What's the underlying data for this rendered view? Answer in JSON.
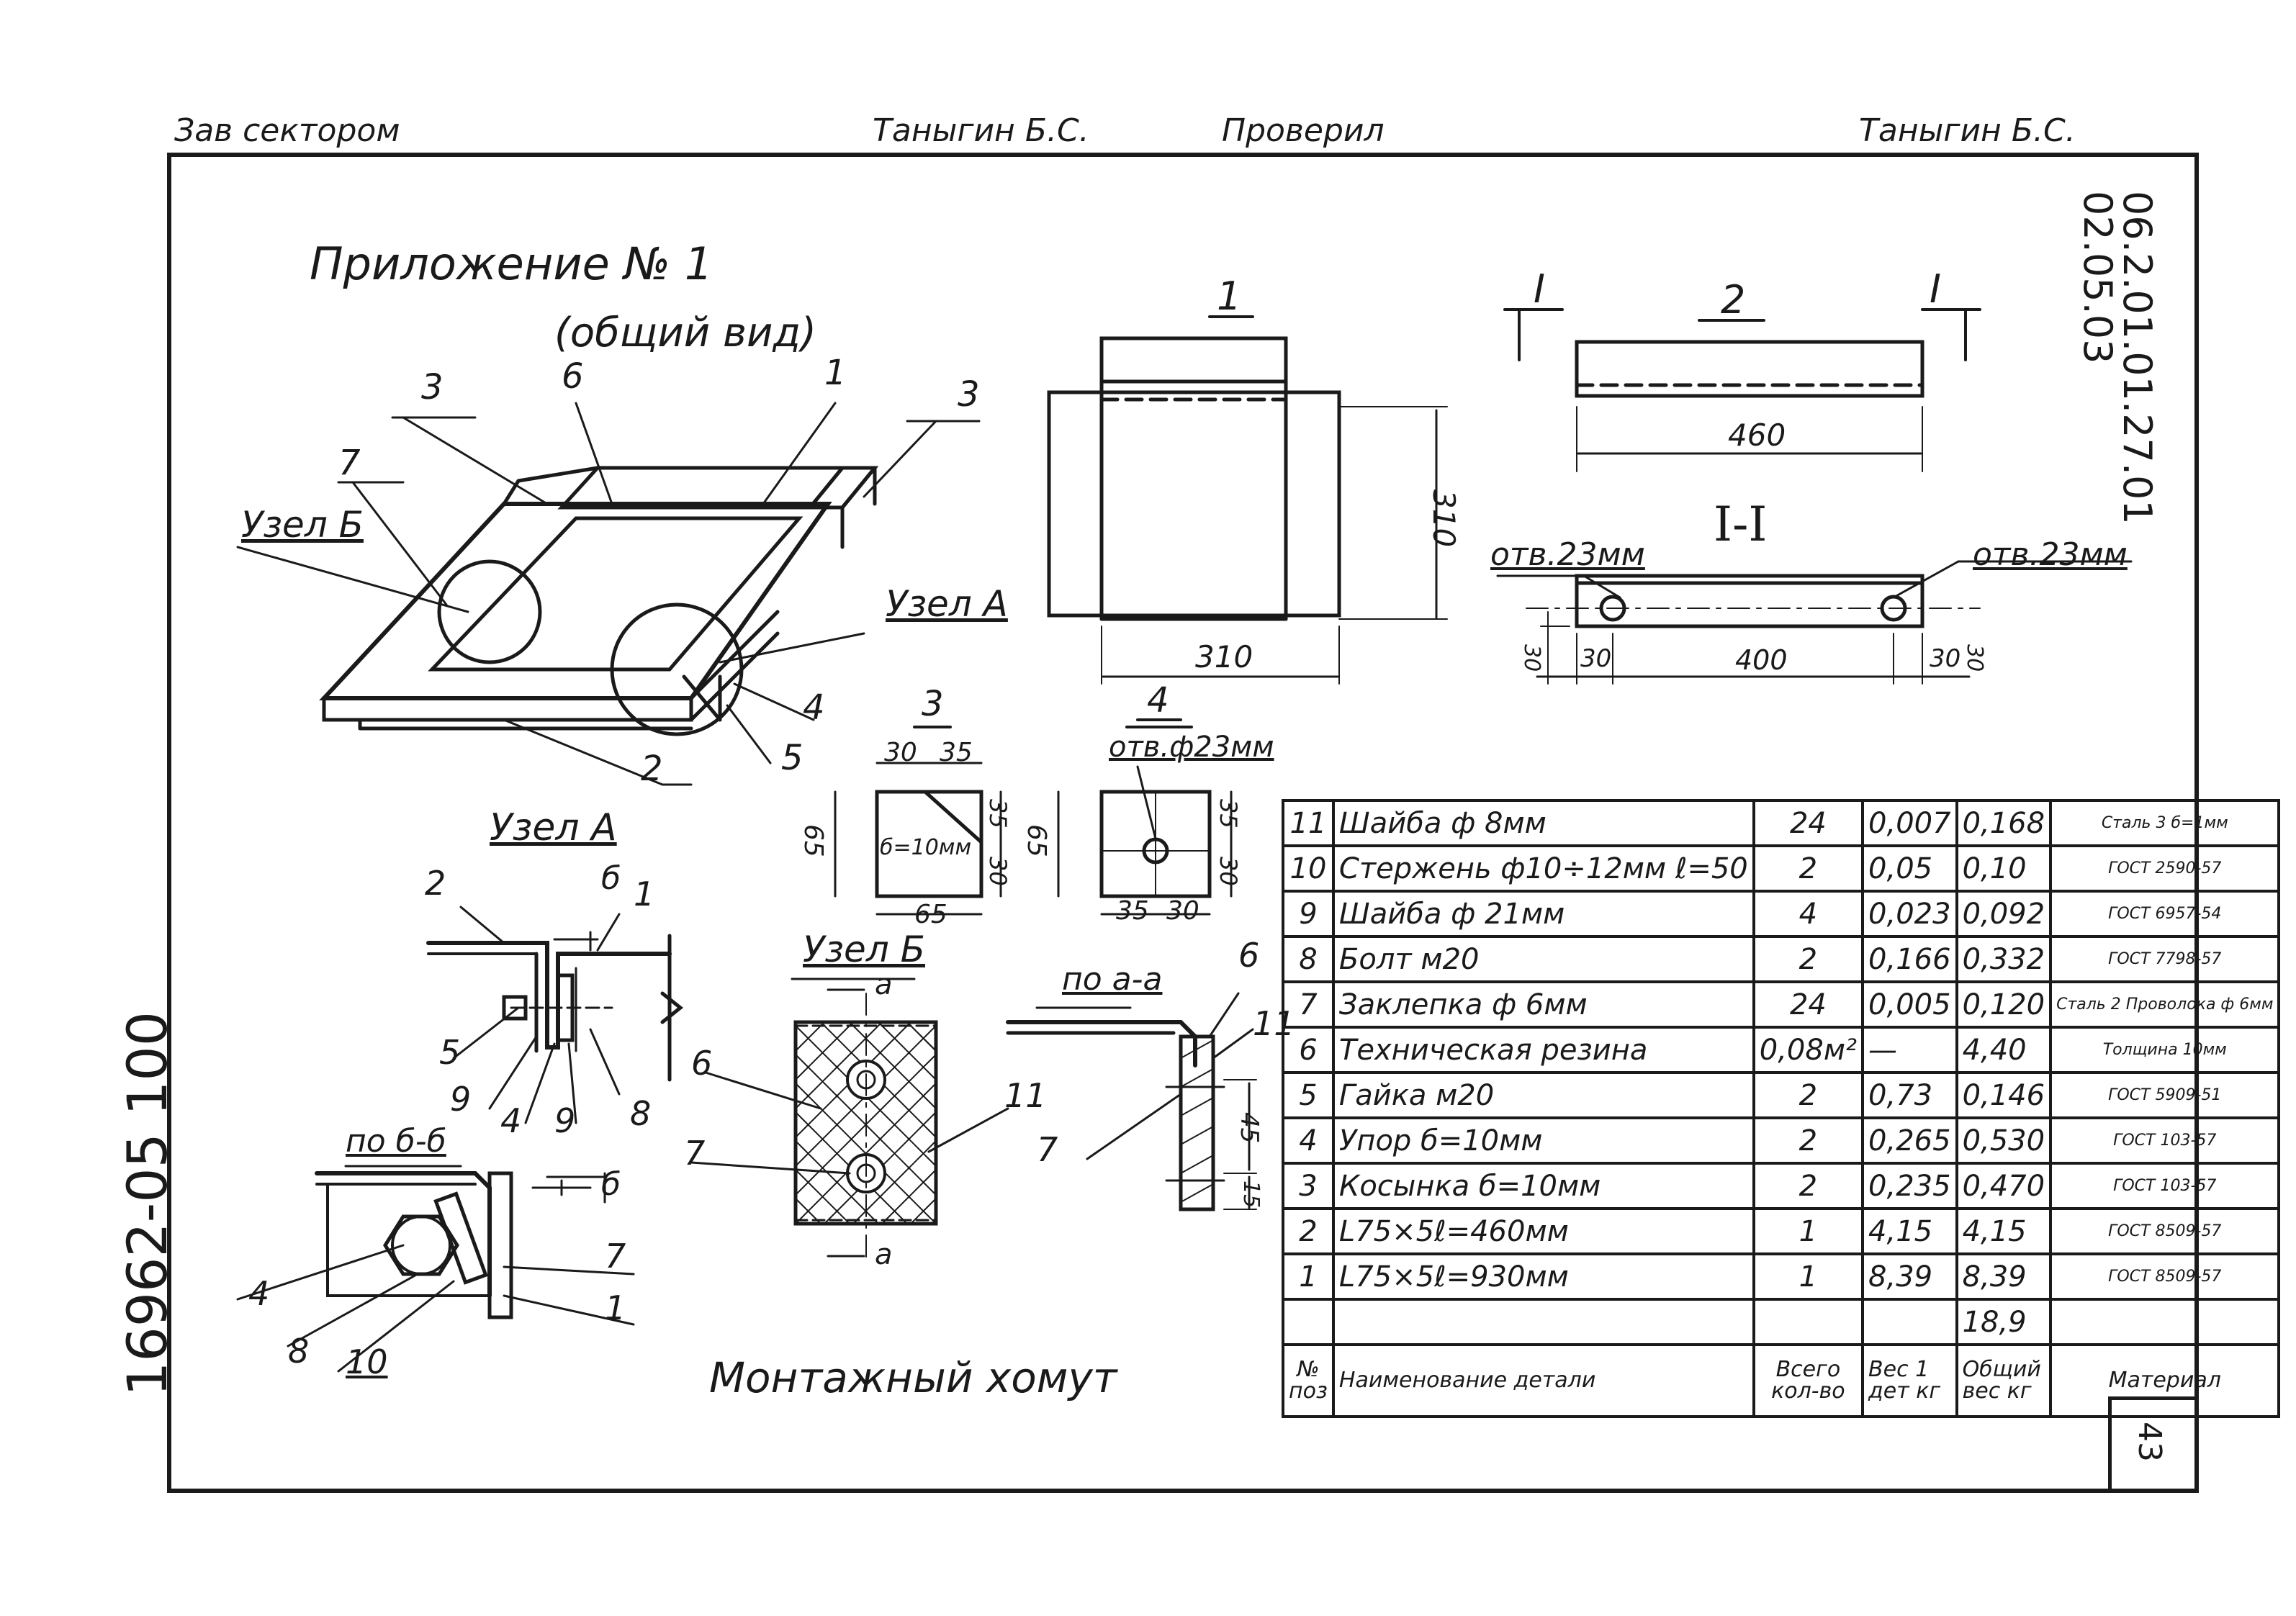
{
  "signature_row": {
    "role_1": "Зав сектором",
    "name_1": "Таныгин Б.С.",
    "role_2": "Проверил",
    "name_2": "Таныгин Б.С."
  },
  "doc_codes": {
    "code_1": "06.2.01.01.27.01",
    "code_2": "02.05.03"
  },
  "side_number": "16962-05   100",
  "sheet_number": "43",
  "heading": {
    "title": "Приложение № 1",
    "subtitle": "(общий вид)",
    "footer_title": "Монтажный хомут"
  },
  "general_view_labels": {
    "node_b": "Узел Б",
    "node_a": "Узел А",
    "callouts": [
      "3",
      "6",
      "1",
      "3",
      "7",
      "4",
      "5",
      "2"
    ]
  },
  "part_1": {
    "number": "1",
    "dim_height": "310",
    "dim_width": "310",
    "sub_number": "4"
  },
  "part_2": {
    "number": "2",
    "section_mark": "I",
    "dim_length": "460"
  },
  "section_I": {
    "title": "I-I",
    "hole_left": "отв.23мм",
    "hole_right": "отв.23мм",
    "dims": [
      "30",
      "30",
      "400",
      "30",
      "30"
    ]
  },
  "part_3": {
    "number": "3",
    "dim_top_a": "30",
    "dim_top_b": "35",
    "dim_side_a": "35",
    "dim_side_b": "30",
    "dim_left": "65",
    "dim_bottom": "65",
    "thickness": "б=10мм"
  },
  "part_4": {
    "hole_label": "отв.ф23мм",
    "dim_left": "65",
    "dim_right_a": "35",
    "dim_right_b": "30",
    "dim_bottom_a": "35",
    "dim_bottom_b": "30"
  },
  "node_a_detail": {
    "title": "Узел А",
    "section_mark": "б",
    "callouts": [
      "2",
      "1",
      "5",
      "9",
      "4",
      "9",
      "8"
    ],
    "section_title": "по б-б",
    "section_callouts": [
      "7",
      "1",
      "4",
      "8",
      "10"
    ]
  },
  "node_b_detail": {
    "title": "Узел Б",
    "section_mark": "а",
    "callouts": [
      "6",
      "7",
      "11"
    ],
    "section_title": "по а-а",
    "section_callouts": [
      "6",
      "11",
      "7"
    ],
    "dims": [
      "45",
      "15"
    ]
  },
  "spec_table": {
    "rows": [
      {
        "pos": "11",
        "name": "Шайба ф 8мм",
        "qty": "24",
        "unit_w": "0,007",
        "total_w": "0,168",
        "material": "Сталь 3 б=1мм"
      },
      {
        "pos": "10",
        "name": "Стержень ф10÷12мм ℓ=50",
        "qty": "2",
        "unit_w": "0,05",
        "total_w": "0,10",
        "material": "ГОСТ 2590-57"
      },
      {
        "pos": "9",
        "name": "Шайба ф 21мм",
        "qty": "4",
        "unit_w": "0,023",
        "total_w": "0,092",
        "material": "ГОСТ 6957-54"
      },
      {
        "pos": "8",
        "name": "Болт м20",
        "qty": "2",
        "unit_w": "0,166",
        "total_w": "0,332",
        "material": "ГОСТ 7798-57"
      },
      {
        "pos": "7",
        "name": "Заклепка ф 6мм",
        "qty": "24",
        "unit_w": "0,005",
        "total_w": "0,120",
        "material": "Сталь 2 Проволока ф 6мм"
      },
      {
        "pos": "6",
        "name": "Техническая резина",
        "qty": "0,08м²",
        "unit_w": "—",
        "total_w": "4,40",
        "material": "Толщина 10мм"
      },
      {
        "pos": "5",
        "name": "Гайка м20",
        "qty": "2",
        "unit_w": "0,73",
        "total_w": "0,146",
        "material": "ГОСТ 5909-51"
      },
      {
        "pos": "4",
        "name": "Упор б=10мм",
        "qty": "2",
        "unit_w": "0,265",
        "total_w": "0,530",
        "material": "ГОСТ 103-57"
      },
      {
        "pos": "3",
        "name": "Косынка б=10мм",
        "qty": "2",
        "unit_w": "0,235",
        "total_w": "0,470",
        "material": "ГОСТ 103-57"
      },
      {
        "pos": "2",
        "name": "L75×5ℓ=460мм",
        "qty": "1",
        "unit_w": "4,15",
        "total_w": "4,15",
        "material": "ГОСТ 8509-57"
      },
      {
        "pos": "1",
        "name": "L75×5ℓ=930мм",
        "qty": "1",
        "unit_w": "8,39",
        "total_w": "8,39",
        "material": "ГОСТ 8509-57"
      }
    ],
    "total_weight": "18,9",
    "header": {
      "pos": "№ поз",
      "name": "Наименование детали",
      "qty": "Всего кол-во",
      "unit_w": "Вес 1 дет кг",
      "total_w": "Общий вес кг",
      "material": "Материал"
    }
  }
}
